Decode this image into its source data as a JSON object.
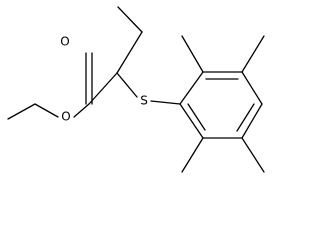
{
  "structure": {
    "atoms": {
      "carbonyl_oxygen": "O",
      "ester_oxygen": "O",
      "sulfur": "S"
    }
  }
}
